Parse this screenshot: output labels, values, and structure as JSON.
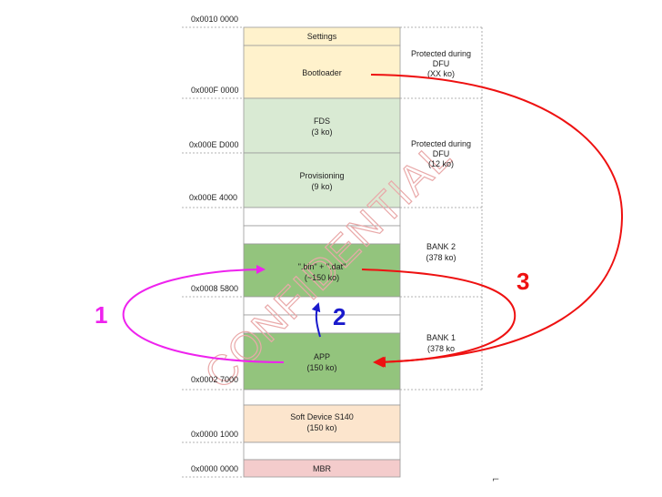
{
  "addresses": {
    "a_100000": "0x0010 0000",
    "a_0F0000": "0x000F 0000",
    "a_0ED000": "0x000E D000",
    "a_0E4000": "0x000E 4000",
    "a_085800": "0x0008 5800",
    "a_027000": "0x0002 7000",
    "a_001000": "0x0000 1000",
    "a_000000": "0x0000 0000"
  },
  "blocks": {
    "settings": "Settings",
    "bootloader": "Bootloader",
    "fds_title": "FDS",
    "fds_size": "(3 ko)",
    "provisioning_title": "Provisioning",
    "provisioning_size": "(9 ko)",
    "bin_title": "\".bin\" + \".dat\"",
    "bin_size": "(~150 ko)",
    "app_title": "APP",
    "app_size": "(150 ko)",
    "softdevice_title": "Soft Device S140",
    "softdevice_size": "(150 ko)",
    "mbr": "MBR"
  },
  "notes": {
    "protected1_line1": "Protected during",
    "protected1_line2": "DFU",
    "protected1_line3": "(XX ko)",
    "protected2_line1": "Protected during",
    "protected2_line2": "DFU",
    "protected2_line3": "(12 ko)",
    "bank2_line1": "BANK 2",
    "bank2_line2": "(378 ko)",
    "bank1_line1": "BANK 1",
    "bank1_line2": "(378 ko"
  },
  "steps": {
    "step1": "1",
    "step2": "2",
    "step3": "3"
  },
  "watermark": "CONFIDENTIAL",
  "corner_mark": "⌐",
  "colors": {
    "settings": "#fff2cc",
    "bootloader": "#fff2cc",
    "fds": "#d9ead3",
    "provisioning": "#d9ead3",
    "bin": "#93c47d",
    "app": "#93c47d",
    "softdevice": "#fce5cd",
    "mbr": "#f4cccc",
    "arrow1": "#ee22ee",
    "arrow2": "#1a1acc",
    "arrow3": "#ee1111"
  }
}
